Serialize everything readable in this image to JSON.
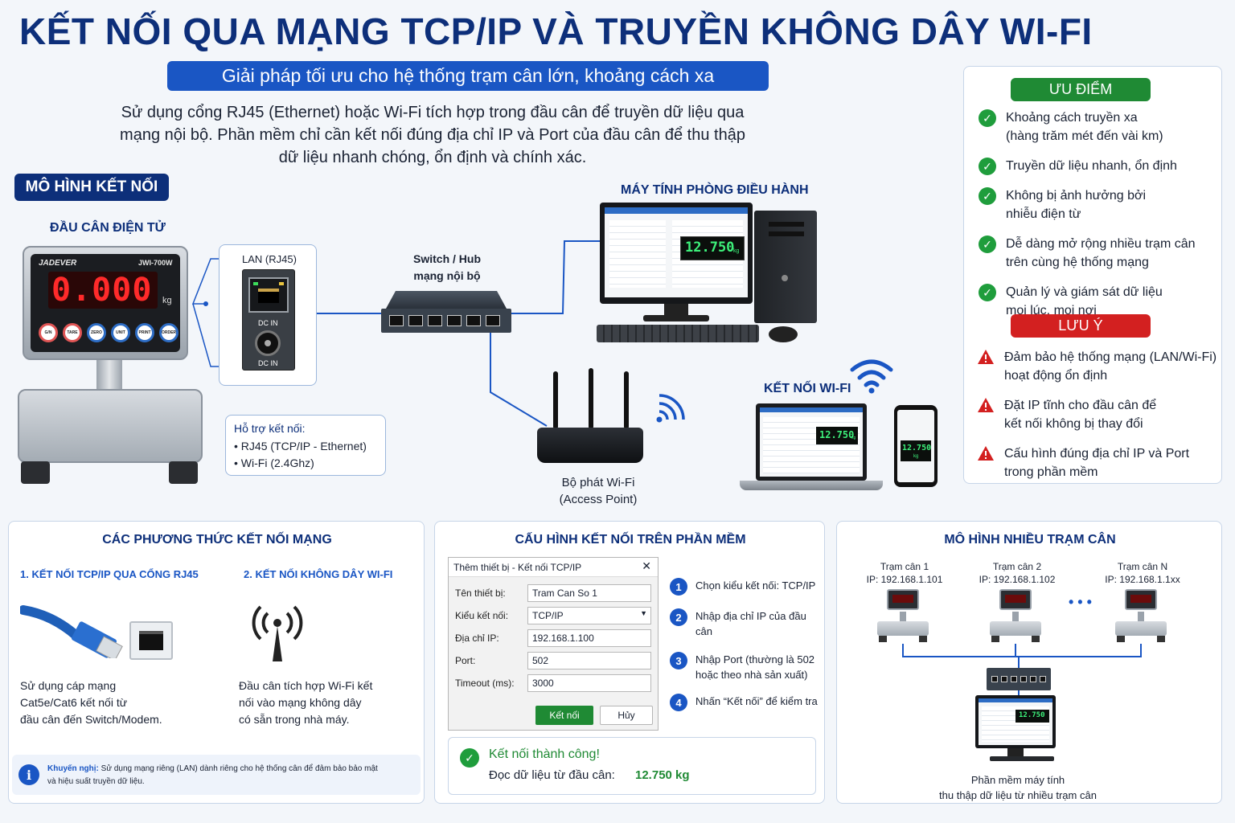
{
  "header": {
    "title": "KẾT NỐI QUA MẠNG TCP/IP VÀ TRUYỀN KHÔNG DÂY WI-FI",
    "subtitle": "Giải pháp tối ưu cho hệ thống trạm cân lớn, khoảng cách xa",
    "intro": "Sử dụng cổng RJ45 (Ethernet) hoặc Wi-Fi tích hợp trong đầu cân để truyền dữ liệu qua mạng nội bộ. Phần mềm chỉ cần kết nối đúng địa chỉ IP và Port của đầu cân để thu thập dữ liệu nhanh chóng, ổn định và chính xác."
  },
  "diagram": {
    "model_label": "MÔ HÌNH KẾT NỐI",
    "indicator_label": "ĐẦU CÂN ĐIỆN TỬ",
    "indicator": {
      "brand": "JADEVER",
      "model": "JWI-700W",
      "reading": "0.000",
      "unit": "kg",
      "keys": [
        "G/N",
        "TARE",
        "ZERO",
        "UNIT",
        "PRINT",
        "ORDER"
      ]
    },
    "port_box": {
      "title": "LAN (RJ45)",
      "dc1": "DC IN",
      "dc2": "DC IN"
    },
    "support": {
      "title": "Hỗ trợ kết nối:",
      "items": [
        "• RJ45 (TCP/IP - Ethernet)",
        "• Wi-Fi (2.4Ghz)"
      ]
    },
    "switch_label_1": "Switch / Hub",
    "switch_label_2": "mạng nội bộ",
    "pc_label": "MÁY TÍNH PHÒNG ĐIỀU HÀNH",
    "pc_reading": "12.750",
    "pc_unit": "kg",
    "router_label_1": "Bộ phát Wi-Fi",
    "router_label_2": "(Access Point)",
    "wifi_label": "KẾT NỐI WI-FI",
    "laptop_reading": "12.750",
    "laptop_unit": "kg",
    "phone_reading": "12.750",
    "phone_unit": "kg"
  },
  "advantages": {
    "title": "ƯU ĐIỂM",
    "items": [
      [
        "Khoảng cách truyền xa",
        "(hàng trăm mét đến vài km)"
      ],
      [
        "Truyền dữ liệu nhanh, ổn định"
      ],
      [
        "Không bị ảnh hưởng bởi",
        "nhiễu điện từ"
      ],
      [
        "Dễ dàng mở rộng nhiều trạm cân",
        "trên cùng hệ thống mạng"
      ],
      [
        "Quản lý và giám sát dữ liệu",
        "mọi lúc, mọi nơi"
      ]
    ],
    "note_title": "LƯU Ý",
    "notes": [
      [
        "Đảm bảo hệ thống mạng (LAN/Wi-Fi)",
        "hoạt động ổn định"
      ],
      [
        "Đặt IP tĩnh cho đầu cân để",
        "kết nối không bị thay đổi"
      ],
      [
        "Cấu hình đúng địa chỉ IP và Port",
        "trong phần mềm"
      ]
    ],
    "colors": {
      "green": "#1f9d3c",
      "red": "#d32020"
    }
  },
  "methods": {
    "title": "CÁC PHƯƠNG THỨC KẾT NỐI MẠNG",
    "m1_title": "1. KẾT NỐI TCP/IP QUA CỔNG RJ45",
    "m1_text": [
      "Sử dụng cáp mạng",
      "Cat5e/Cat6 kết nối từ",
      "đầu cân đến Switch/Modem."
    ],
    "m2_title": "2. KẾT NỐI KHÔNG DÂY WI-FI",
    "m2_text": [
      "Đầu cân tích hợp Wi-Fi kết",
      "nối vào mạng không dây",
      "có sẵn trong nhà máy."
    ],
    "tip_label": "Khuyến nghị:",
    "tip_text": "Sử dụng mạng riêng (LAN) dành riêng cho hệ thống cân để đảm bảo bảo mật",
    "tip_text2": "và hiệu suất truyền dữ liệu."
  },
  "config": {
    "title": "CẤU HÌNH KẾT NỐI TRÊN PHẦN MỀM",
    "dialog_title": "Thêm thiết bị - Kết nối TCP/IP",
    "fields": [
      {
        "label": "Tên thiết bị:",
        "value": "Tram Can So 1"
      },
      {
        "label": "Kiểu kết nối:",
        "value": "TCP/IP"
      },
      {
        "label": "Địa chỉ IP:",
        "value": "192.168.1.100"
      },
      {
        "label": "Port:",
        "value": "502"
      },
      {
        "label": "Timeout (ms):",
        "value": "3000"
      }
    ],
    "connect": "Kết nối",
    "cancel": "Hủy",
    "steps": [
      [
        "1",
        "Chọn kiểu kết nối: TCP/IP",
        ""
      ],
      [
        "2",
        "Nhập địa chỉ IP của đầu cân",
        ""
      ],
      [
        "3",
        "Nhập Port (thường là 502",
        "hoặc theo nhà sản xuất)"
      ],
      [
        "4",
        "Nhấn “Kết nối” để kiểm tra",
        ""
      ]
    ],
    "success": "Kết nối thành công!",
    "read_label": "Đọc dữ liệu từ đầu cân:",
    "read_value": "12.750 kg"
  },
  "multi": {
    "title": "MÔ HÌNH NHIỀU TRẠM CÂN",
    "stations": [
      {
        "name": "Trạm cân 1",
        "ip": "IP: 192.168.1.101"
      },
      {
        "name": "Trạm cân 2",
        "ip": "IP: 192.168.1.102"
      },
      {
        "name": "Trạm cân N",
        "ip": "IP: 192.168.1.1xx"
      }
    ],
    "dots": "• • •",
    "pc_reading": "12.750",
    "caption_1": "Phần mềm máy tính",
    "caption_2": "thu thập dữ liệu từ nhiều trạm cân"
  }
}
